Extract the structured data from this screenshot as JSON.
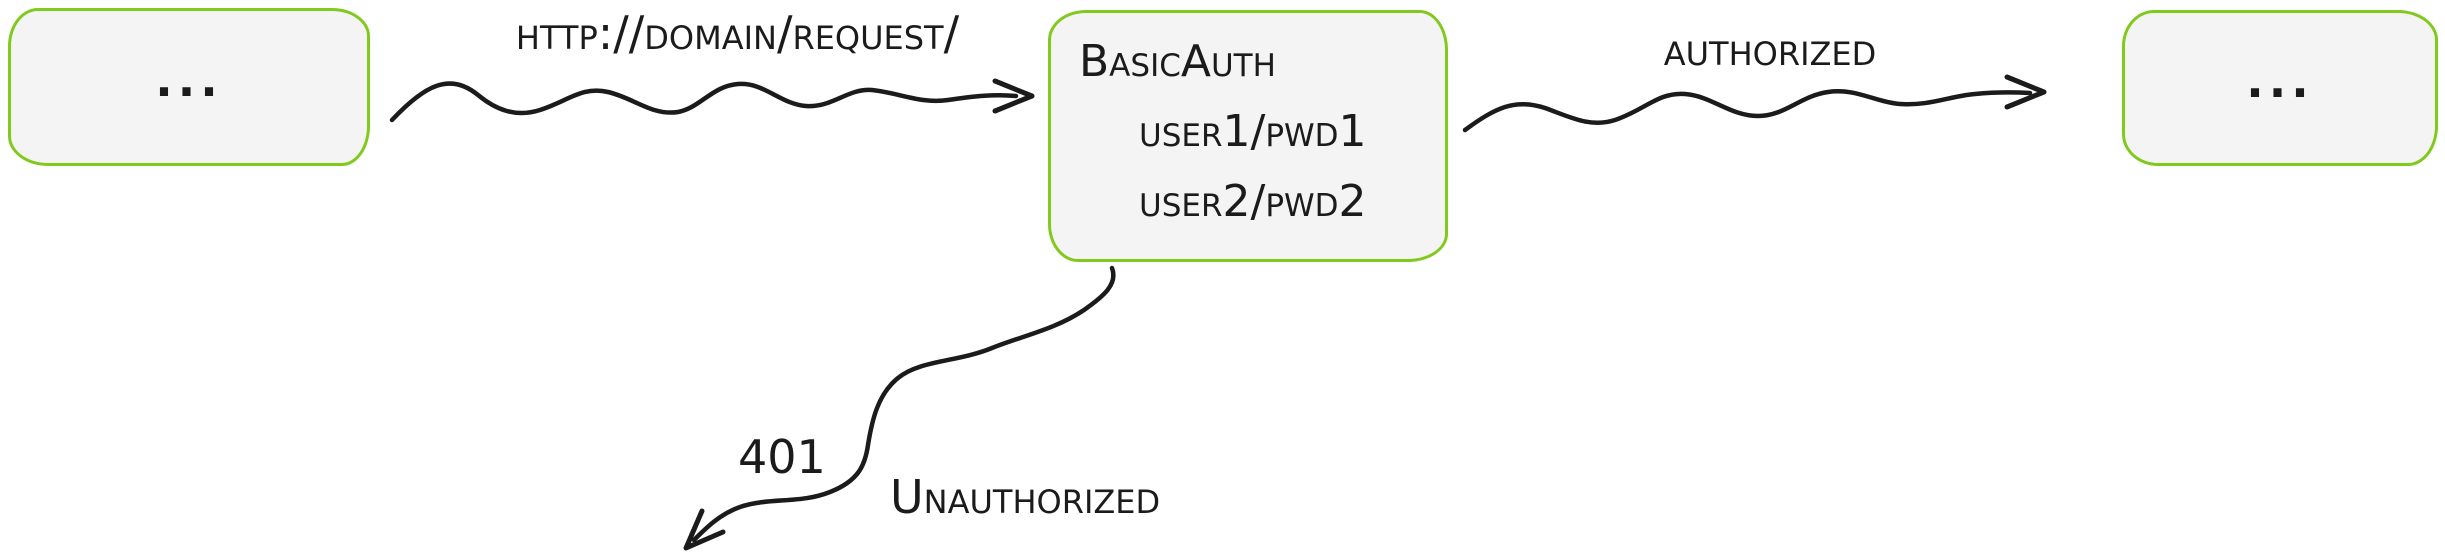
{
  "diagram": {
    "colors": {
      "box_border": "#82c91e",
      "box_fill": "#f4f4f4",
      "ink": "#1b1b1b"
    },
    "nodes": {
      "client": {
        "label": "..."
      },
      "auth_server": {
        "title": "BasicAuth",
        "credentials": [
          "user1/pwd1",
          "user2/pwd2"
        ]
      },
      "target": {
        "label": "..."
      }
    },
    "edges": {
      "request": {
        "label": "http://domain/request/"
      },
      "authorized": {
        "label": "authorized"
      },
      "unauthorized": {
        "status_code": "401",
        "label": "Unauthorized"
      }
    }
  }
}
